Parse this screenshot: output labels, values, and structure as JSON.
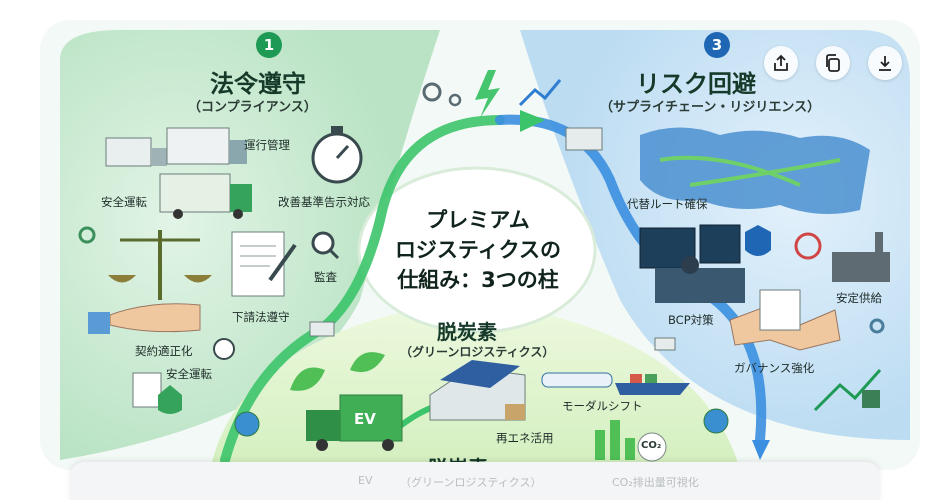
{
  "center": {
    "line1": "プレミアム",
    "line2": "ロジスティクスの",
    "line3": "仕組み：3つの柱"
  },
  "pillars": {
    "compliance": {
      "number": "1",
      "title": "法令遵守",
      "subtitle": "（コンプライアンス）",
      "items": [
        "運行管理",
        "安全運転",
        "改善基準告示対応",
        "監査",
        "下請法遵守",
        "契約適正化",
        "安全運転"
      ]
    },
    "risk": {
      "number": "3",
      "title": "リスク回避",
      "subtitle": "（サプライチェーン・リジリエンス）",
      "items": [
        "代替ルート確保",
        "BCP対策",
        "安定供給",
        "ガバナンス強化"
      ]
    },
    "decarbon": {
      "title": "脱炭素",
      "subtitle": "（グリーンロジスティクス）",
      "truck_label": "EV",
      "items": [
        "モーダルシフト",
        "再エネ活用"
      ],
      "co2_label": "CO₂",
      "repeat_title": "脱炭素",
      "faded_texts": [
        "EV",
        "（グリーンロジスティクス）",
        "CO₂排出量可視化"
      ]
    }
  },
  "colors": {
    "green_accent": "#1f9a55",
    "blue_accent": "#1f67b5",
    "arrow_green": "#3cc46a",
    "arrow_blue": "#3b8fe0"
  },
  "toolbar": {
    "share_icon": "share-icon",
    "copy_icon": "copy-icon",
    "download_icon": "download-icon"
  }
}
